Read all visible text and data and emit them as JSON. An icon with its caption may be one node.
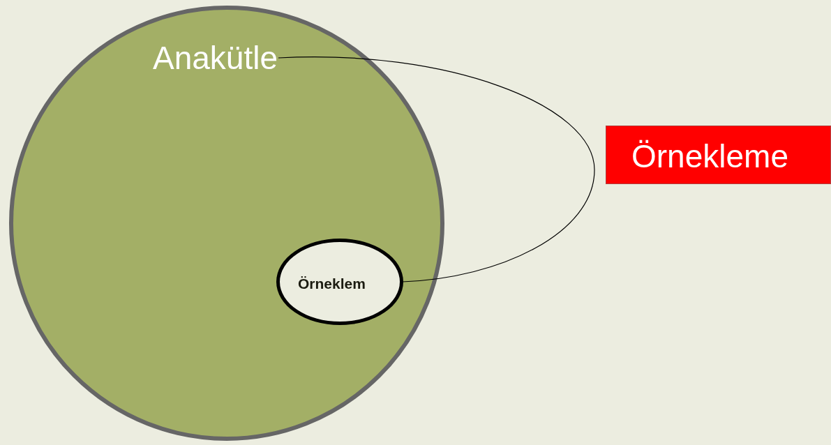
{
  "diagram": {
    "nodes": [
      {
        "text": [],
        "shape": "circle"
      },
      {
        "text": [
          "Anakütle"
        ],
        "in": 0
      },
      {
        "text": [
          "Örneklem"
        ],
        "in": 0
      },
      {
        "text": [
          "Örnekleme"
        ]
      }
    ],
    "edges": [
      {
        "from": 1,
        "to": 2,
        "arrow": "none"
      }
    ]
  }
}
